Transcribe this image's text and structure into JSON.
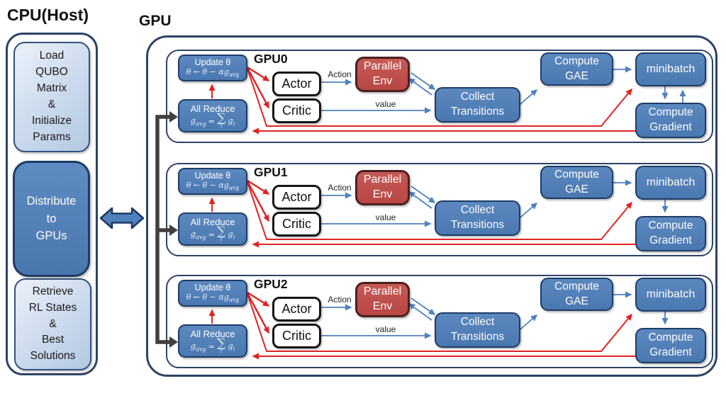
{
  "cpu": {
    "title": "CPU(Host)",
    "load_box": "Load\nQUBO\nMatrix\n&\nInitialize\nParams",
    "distribute_box": "Distribute\nto\nGPUs",
    "retrieve_box": "Retrieve\nRL States\n&\nBest\nSolutions"
  },
  "gpu": {
    "title": "GPU",
    "rows": [
      {
        "label": "GPU0"
      },
      {
        "label": "GPU1"
      },
      {
        "label": "GPU2"
      }
    ],
    "nodes": {
      "update_title": "Update θ",
      "update_formula_main": "θ ← θ − αg",
      "update_formula_sub": "avg",
      "allreduce_title": "All Reduce",
      "f_g": "g",
      "f_avg": "avg",
      "f_eq": "=",
      "f_sum": "∑",
      "f_sum_sub": "i",
      "f_gi": "g",
      "f_gi_sub": "i",
      "actor": "Actor",
      "critic": "Critic",
      "parallel_env": "Parallel\nEnv",
      "collect_transitions": "Collect\nTransitions",
      "compute_gae": "Compute\nGAE",
      "minibatch": "minibatch",
      "compute_gradient": "Compute\nGradient",
      "action_label": "Action",
      "value_label": "value"
    }
  },
  "colors": {
    "box_blue": "#4f81bd",
    "box_red": "#c0504d",
    "box_light_blue": "#c7d7eb",
    "arrow_red": "#e02424",
    "arrow_blue": "#4f81bd",
    "bus_gray": "#3f3f3f",
    "border_navy": "#2e4366"
  }
}
